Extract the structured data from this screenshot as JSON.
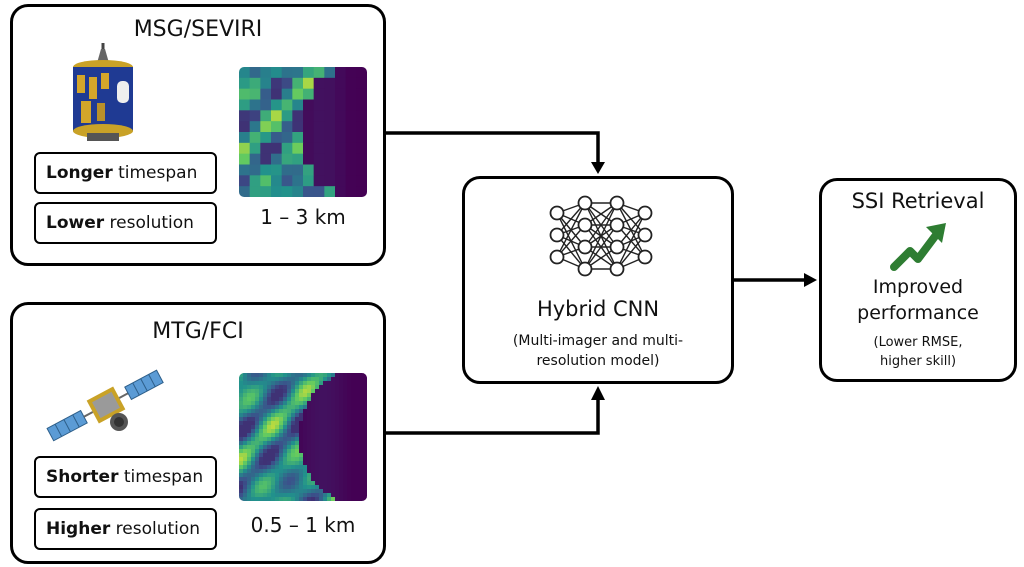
{
  "msg": {
    "title": "MSG/SEVIRI",
    "tag1_bold": "Longer",
    "tag1_rest": " timespan",
    "tag2_bold": "Lower",
    "tag2_rest": " resolution",
    "resolution": "1 – 3 km"
  },
  "mtg": {
    "title": "MTG/FCI",
    "tag1_bold": "Shorter",
    "tag1_rest": " timespan",
    "tag2_bold": "Higher",
    "tag2_rest": " resolution",
    "resolution": "0.5 – 1 km"
  },
  "cnn": {
    "title": "Hybrid CNN",
    "subtitle_line1": "(Multi-imager and multi-",
    "subtitle_line2": "resolution model)",
    "icon": "neural-network-icon"
  },
  "ssi": {
    "title": "SSI Retrieval",
    "text_line1": "Improved",
    "text_line2": "performance",
    "sub_line1": "(Lower RMSE,",
    "sub_line2": "higher skill)",
    "icon": "trend-up-arrow-icon",
    "icon_color": "#2e7d32"
  },
  "colors": {
    "viridis_dark": "#440154",
    "viridis_mid": "#21918c",
    "viridis_light": "#fde725"
  }
}
